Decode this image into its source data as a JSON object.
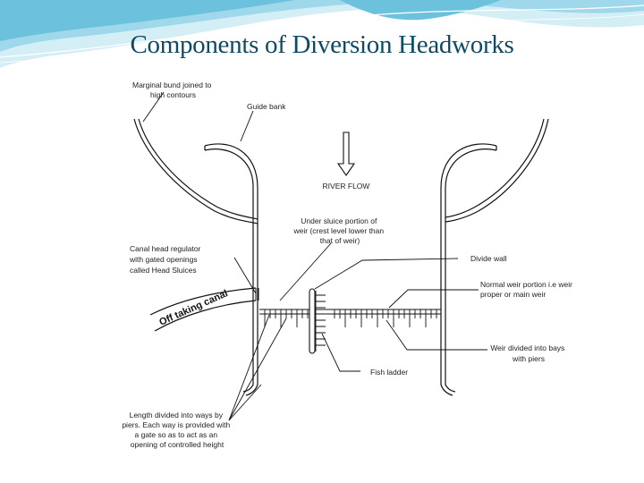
{
  "slide": {
    "title": "Components of Diversion Headworks",
    "colors": {
      "title": "#0e4a63",
      "header_wave_light": "#d4eef6",
      "header_wave_dark": "#6cc2dc"
    }
  },
  "diagram": {
    "labels": {
      "marginal_bund": [
        "Marginal bund joined to",
        "high contours"
      ],
      "guide_bank": "Guide bank",
      "river_flow": "RIVER FLOW",
      "under_sluice": [
        "Under sluice portion of",
        "weir (crest level lower than",
        "that of weir)"
      ],
      "canal_head_regulator": [
        "Canal head regulator",
        "with gated openings",
        "called Head Sluices"
      ],
      "divide_wall": "Divide wall",
      "normal_weir": [
        "Normal weir portion i.e weir",
        "proper or main weir"
      ],
      "off_taking_canal": "Off taking canal",
      "weir_bays": [
        "Weir divided into bays",
        "with piers"
      ],
      "fish_ladder": "Fish ladder",
      "length_divided": [
        "Length divided into ways by",
        "piers. Each way is provided with",
        "a gate so as to act as an",
        "opening of controlled height"
      ]
    }
  }
}
